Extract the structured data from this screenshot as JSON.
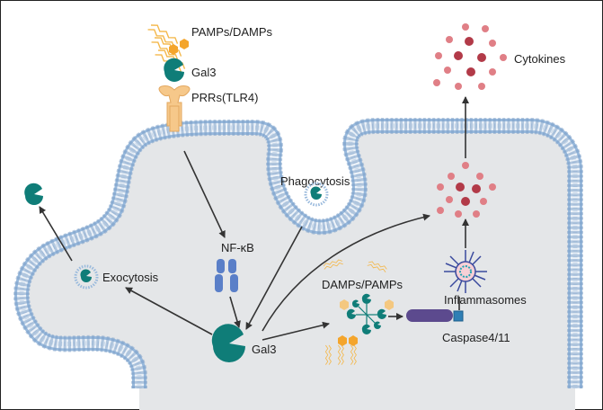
{
  "labels": {
    "pamps_damps": "PAMPs/DAMPs",
    "gal3_top": "Gal3",
    "prrs": "PRRs(TLR4)",
    "cytokines": "Cytokines",
    "phagocytosis": "Phagocytosis",
    "nfkb": "NF-κB",
    "exocytosis": "Exocytosis",
    "damps_pamps": "DAMPs/PAMPs",
    "inflammasomes": "Inflammasomes",
    "caspase": "Caspase4/11",
    "gal3_main": "Gal3"
  },
  "colors": {
    "cytoplasm": "#dde0e2",
    "outside": "#ffffff",
    "membrane": "#8fb2d6",
    "lipid_head": "#7fa3c9",
    "gal3": "#0f7d78",
    "pamp_orange": "#f4a52c",
    "receptor": "#f6c88a",
    "nfkb_blue": "#5a7fc8",
    "caspase_purple": "#5c4a8e",
    "cytokine_dark": "#b23a48",
    "cytokine_light": "#e07f86",
    "arrow": "#333333"
  },
  "icons": [
    "gal3-icon",
    "pamp-chain-icon",
    "tlr4-receptor-icon",
    "nfkb-dimer-icon",
    "inflammasome-icon",
    "caspase-icon",
    "cytokine-dot-icon",
    "vesicle-icon"
  ]
}
